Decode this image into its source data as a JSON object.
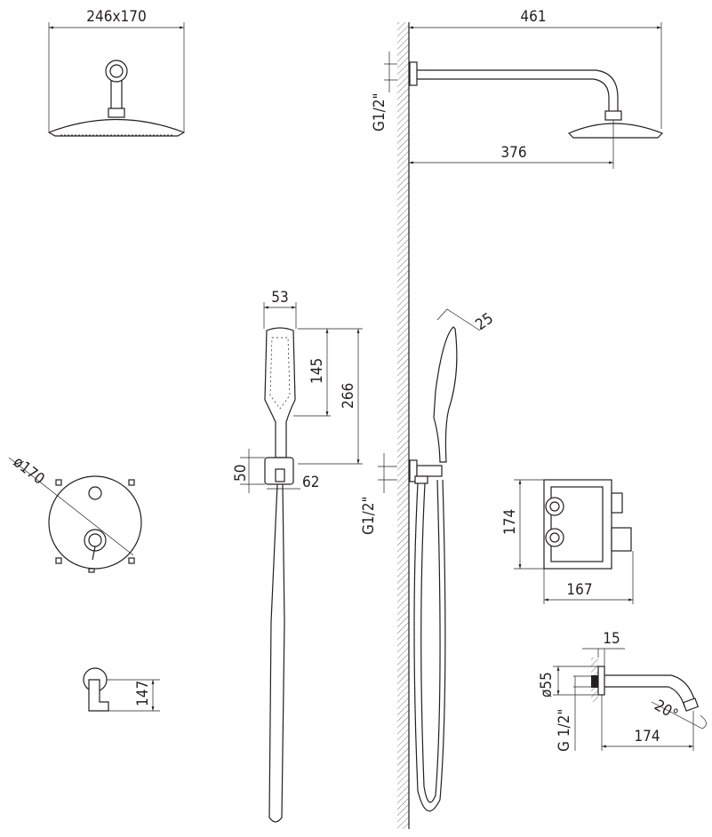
{
  "overhead_shower": {
    "size": "246x170"
  },
  "shower_arm": {
    "projection": "461",
    "head_offset": "376",
    "thread": "G1/2\""
  },
  "hand_shower": {
    "width": "53",
    "head_length": "145",
    "total_length": "266",
    "holder_height": "50",
    "holder_depth": "62",
    "thickness": "25",
    "thread": "G1/2\""
  },
  "mixer_plate": {
    "diameter": "ø170"
  },
  "bath_spout_small": {
    "height": "147"
  },
  "concealed_box": {
    "height": "174",
    "depth": "167"
  },
  "bath_spout": {
    "flange": "15",
    "diameter": "ø55",
    "thread": "G 1/2\"",
    "length": "174",
    "angle": "20°"
  }
}
